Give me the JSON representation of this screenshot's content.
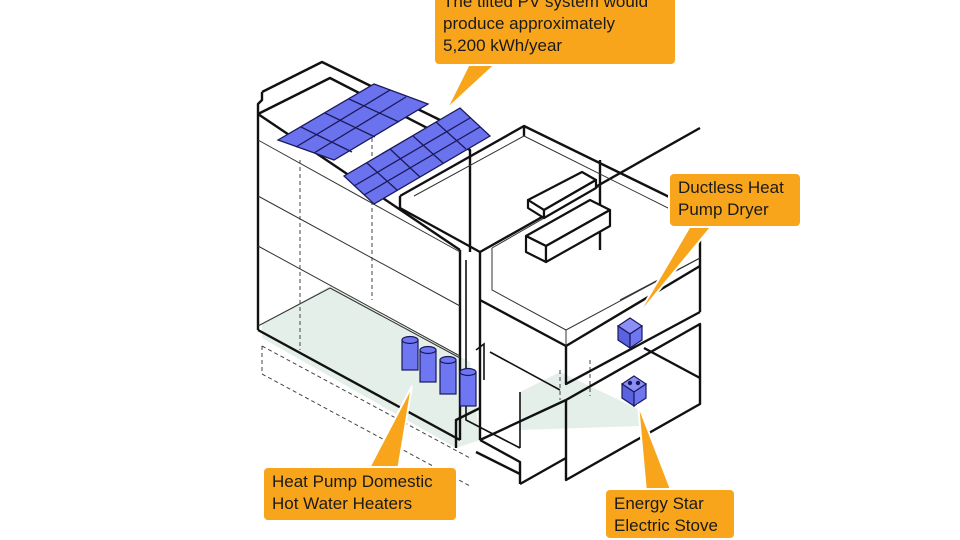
{
  "callouts": {
    "pv": {
      "lines": [
        "The tilted PV system would",
        "produce approximately",
        "5,200 kWh/year"
      ]
    },
    "dryer": {
      "lines": [
        "Ductless Heat",
        "Pump Dryer"
      ]
    },
    "hot_water": {
      "lines": [
        "Heat Pump Domestic",
        "Hot Water Heaters"
      ]
    },
    "stove": {
      "lines": [
        "Energy Star",
        "Electric Stove"
      ]
    }
  },
  "colors": {
    "callout": "#f8a51c",
    "pv_panel": "#6a72ee",
    "appliance": "#6e76f2",
    "floor_tint": "#e4efe9",
    "outline": "#111111"
  }
}
